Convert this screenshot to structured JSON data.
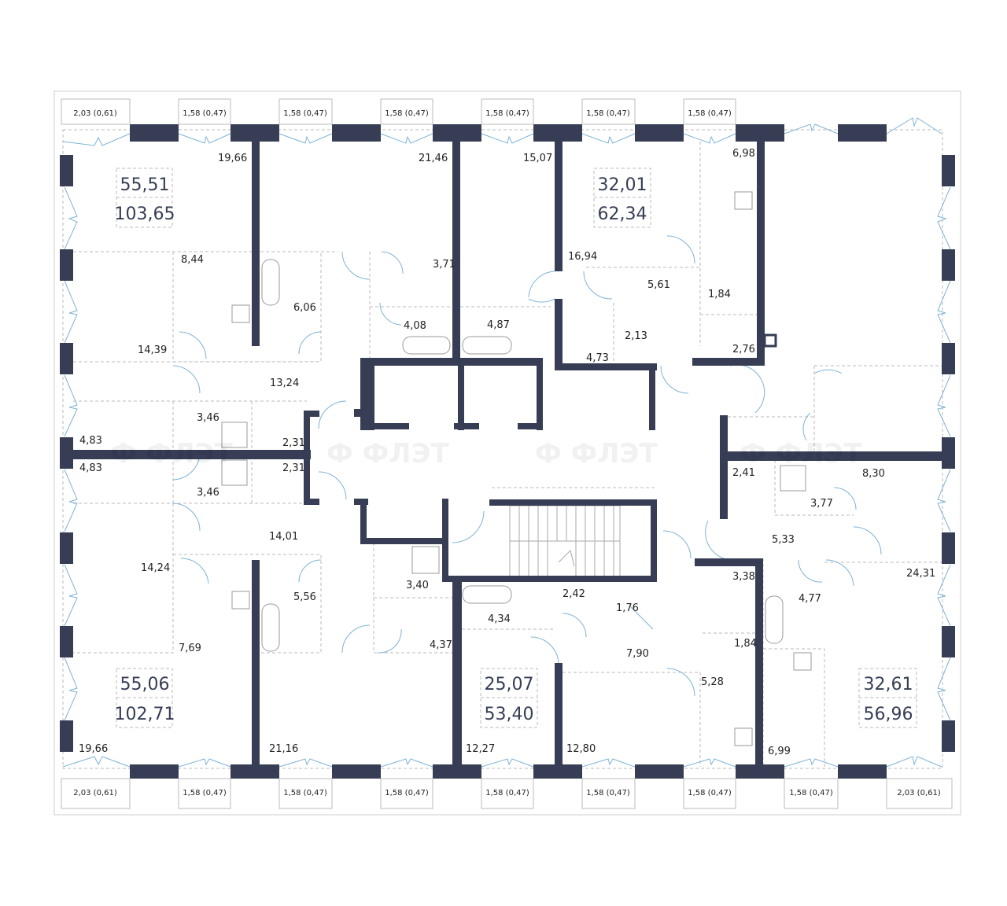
{
  "plan": {
    "watermark": "ФЛЭТ",
    "colors": {
      "wall": "#363d55",
      "window": "#7fb3d6",
      "dashed": "#bbbbbb"
    },
    "apartments": [
      {
        "living": "55,51",
        "total": "103,65"
      },
      {
        "living": "32,01",
        "total": "62,34"
      },
      {
        "living": "55,06",
        "total": "102,71"
      },
      {
        "living": "25,07",
        "total": "53,40"
      },
      {
        "living": "32,61",
        "total": "56,96"
      }
    ],
    "balconies_top": [
      "2,03 (0,61)",
      "1,58 (0,47)",
      "1,58 (0,47)",
      "1,58 (0,47)",
      "1,58 (0,47)",
      "1,58 (0,47)",
      "1,58 (0,47)"
    ],
    "balconies_bottom": [
      "2,03 (0,61)",
      "1,58 (0,47)",
      "1,58 (0,47)",
      "1,58 (0,47)",
      "1,58 (0,47)",
      "1,58 (0,47)",
      "1,58 (0,47)",
      "1,58 (0,47)",
      "2,03 (0,61)"
    ],
    "rooms": [
      "19,66",
      "21,46",
      "15,07",
      "6,98",
      "8,44",
      "3,71",
      "16,94",
      "5,61",
      "1,84",
      "6,06",
      "4,08",
      "4,87",
      "2,13",
      "14,39",
      "4,73",
      "2,76",
      "13,24",
      "3,46",
      "2,31",
      "4,83",
      "4,83",
      "2,31",
      "3,46",
      "2,41",
      "8,30",
      "3,77",
      "14,01",
      "5,33",
      "14,24",
      "3,38",
      "24,31",
      "5,56",
      "3,40",
      "2,42",
      "4,77",
      "1,76",
      "4,34",
      "7,69",
      "4,37",
      "1,84",
      "7,90",
      "5,28",
      "19,66",
      "21,16",
      "12,27",
      "12,80",
      "6,99"
    ]
  }
}
